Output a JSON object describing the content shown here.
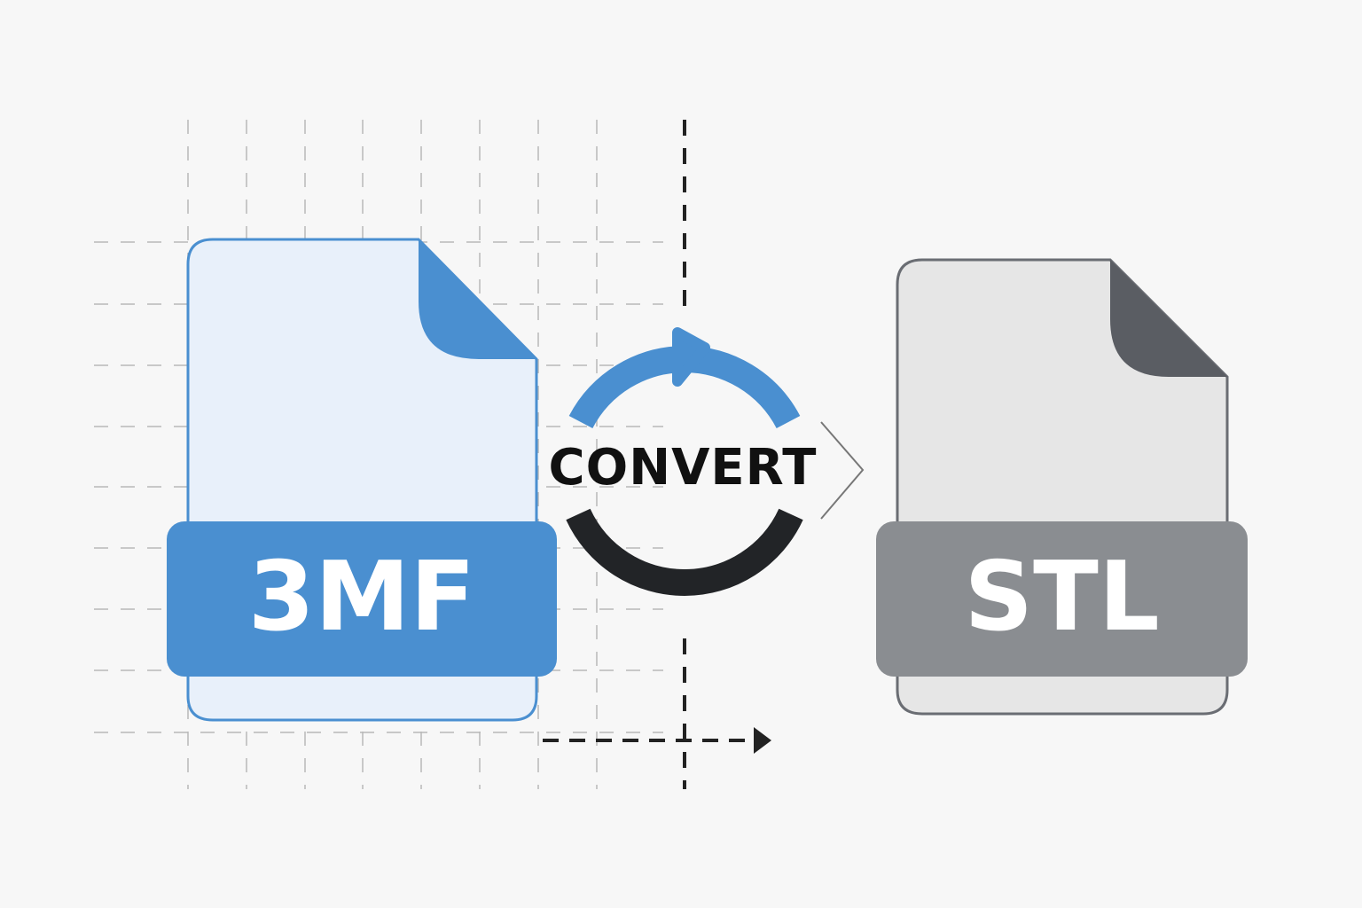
{
  "source": {
    "format": "3MF",
    "color": "#4a8fd0",
    "fill": "#e8f0fa"
  },
  "target": {
    "format": "STL",
    "color": "#8a8d91",
    "fill": "#e6e6e6",
    "fold": "#5a5d63"
  },
  "center": {
    "label": "CONVERT",
    "arc_top_color": "#4a8fd0",
    "arc_bottom_color": "#222427"
  },
  "icons": [
    "grid-background",
    "convert-cycle-icon",
    "chevron-right-icon",
    "dashed-arrow-icon"
  ]
}
